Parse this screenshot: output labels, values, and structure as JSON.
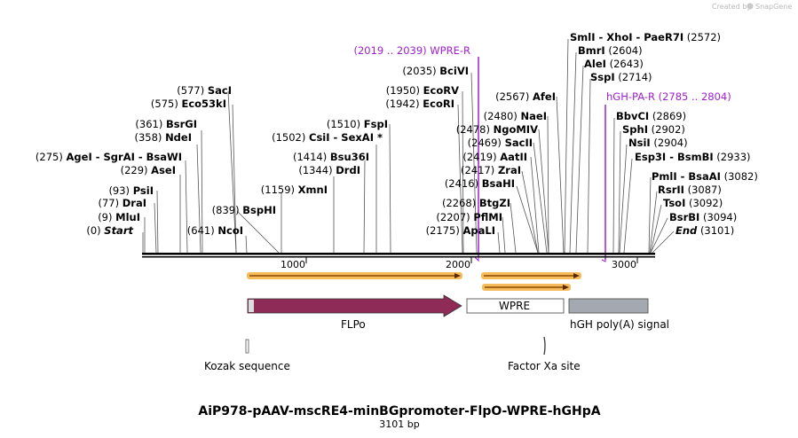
{
  "credit": {
    "prefix": "Created by",
    "brand": "SnapGene"
  },
  "title": "AiP978-pAAV-mscRE4-minBGpromoter-FlpO-WPRE-hGHpA",
  "subtitle": "3101 bp",
  "ticks": [
    "1000",
    "2000",
    "3000"
  ],
  "sites_left": [
    {
      "text": "(0)",
      "name": "Start",
      "italic": true
    },
    {
      "text": "(9)",
      "name": "MluI"
    },
    {
      "text": "(77)",
      "name": "DraI"
    },
    {
      "text": "(93)",
      "name": "PsiI"
    },
    {
      "text": "(229)",
      "name": "AseI"
    },
    {
      "text": "(275)",
      "name": "AgeI  -  SgrAI  -  BsaWI"
    },
    {
      "text": "(358)",
      "name": "NdeI"
    },
    {
      "text": "(361)",
      "name": "BsrGI"
    },
    {
      "text": "(575)",
      "name": "Eco53kI"
    },
    {
      "text": "(577)",
      "name": "SacI"
    },
    {
      "text": "(641)",
      "name": "NcoI",
      "after": true
    },
    {
      "text": "(839)",
      "name": "BspHI",
      "after": true
    },
    {
      "text": "(1159)",
      "name": "XmnI"
    },
    {
      "text": "(1344)",
      "name": "DrdI"
    },
    {
      "text": "(1414)",
      "name": "Bsu36I"
    },
    {
      "text": "(1502)",
      "name": "CsiI  -  SexAI *"
    },
    {
      "text": "(1510)",
      "name": "FspI"
    },
    {
      "text": "(1942)",
      "name": "EcoRI"
    },
    {
      "text": "(1950)",
      "name": "EcoRV"
    },
    {
      "text": "(2035)",
      "name": "BciVI"
    },
    {
      "text": "(2175)",
      "name": "ApaLI"
    },
    {
      "text": "(2207)",
      "name": "PflMI"
    },
    {
      "text": "(2268)",
      "name": "BtgZI"
    },
    {
      "text": "(2416)",
      "name": "BsaHI"
    },
    {
      "text": "(2417)",
      "name": "ZraI"
    },
    {
      "text": "(2419)",
      "name": "AatII"
    },
    {
      "text": "(2469)",
      "name": "SacII"
    },
    {
      "text": "(2478)",
      "name": "NgoMIV"
    },
    {
      "text": "(2480)",
      "name": "NaeI"
    },
    {
      "text": "(2567)",
      "name": "AfeI"
    }
  ],
  "sites_right": [
    {
      "name": "SmlI  -  XhoI  -  PaeR7I",
      "text": "(2572)"
    },
    {
      "name": "BmrI",
      "text": "(2604)"
    },
    {
      "name": "AleI",
      "text": "(2643)"
    },
    {
      "name": "SspI",
      "text": "(2714)"
    },
    {
      "name": "BbvCI",
      "text": "(2869)"
    },
    {
      "name": "SphI",
      "text": "(2902)"
    },
    {
      "name": "NsiI",
      "text": "(2904)"
    },
    {
      "name": "Esp3I  -  BsmBI",
      "text": "(2933)"
    },
    {
      "name": "PmlI  -  BsaAI",
      "text": "(3082)"
    },
    {
      "name": "RsrII",
      "text": "(3087)"
    },
    {
      "name": "TsoI",
      "text": "(3092)"
    },
    {
      "name": "BsrBI",
      "text": "(3094)"
    },
    {
      "name": "End",
      "text": "(3101)",
      "italic": true
    }
  ],
  "primers": [
    {
      "range": "(2019 .. 2039)",
      "name": "WPRE-R",
      "color": "#a020d0"
    },
    {
      "name": "hGH-PA-R",
      "range": "(2785 .. 2804)",
      "color": "#a020d0"
    }
  ],
  "features": {
    "flpo": {
      "label": "FLPo",
      "color": "#8e2b57"
    },
    "wpre": {
      "label": "WPRE",
      "color": "#ffffff"
    },
    "hgh": {
      "label": "hGH poly(A) signal",
      "color": "#a4a8b0"
    },
    "kozak": {
      "label": "Kozak sequence"
    },
    "factorxa": {
      "label": "Factor Xa site"
    }
  },
  "colors": {
    "orf_fill": "#f5b040",
    "orf_line": "#8a4a00",
    "backbone": "#000000"
  }
}
